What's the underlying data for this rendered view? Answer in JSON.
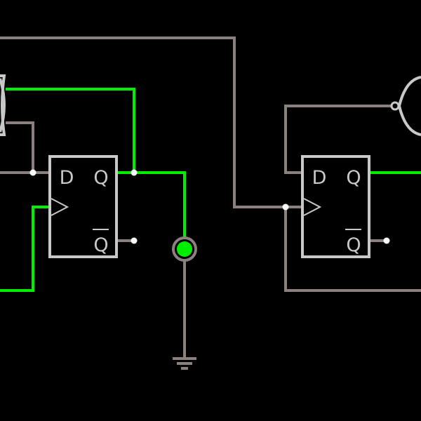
{
  "colors": {
    "background": "#000000",
    "wire_off": "#8a807e",
    "wire_on": "#00ee00",
    "component": "#c8c8c8",
    "junction": "#ffffff",
    "led_on": "#00ee00",
    "led_ring": "#8a807e"
  },
  "flip_flops": [
    {
      "d_label": "D",
      "q_label": "Q",
      "qbar_label": "Q"
    },
    {
      "d_label": "D",
      "q_label": "Q",
      "qbar_label": "Q"
    }
  ],
  "components": {
    "led": {
      "state": "on"
    },
    "ground": {
      "symbol": "ground-icon"
    },
    "left_gate": {
      "symbol": "xor-gate-icon"
    },
    "right_gate": {
      "symbol": "nor-gate-icon"
    }
  }
}
